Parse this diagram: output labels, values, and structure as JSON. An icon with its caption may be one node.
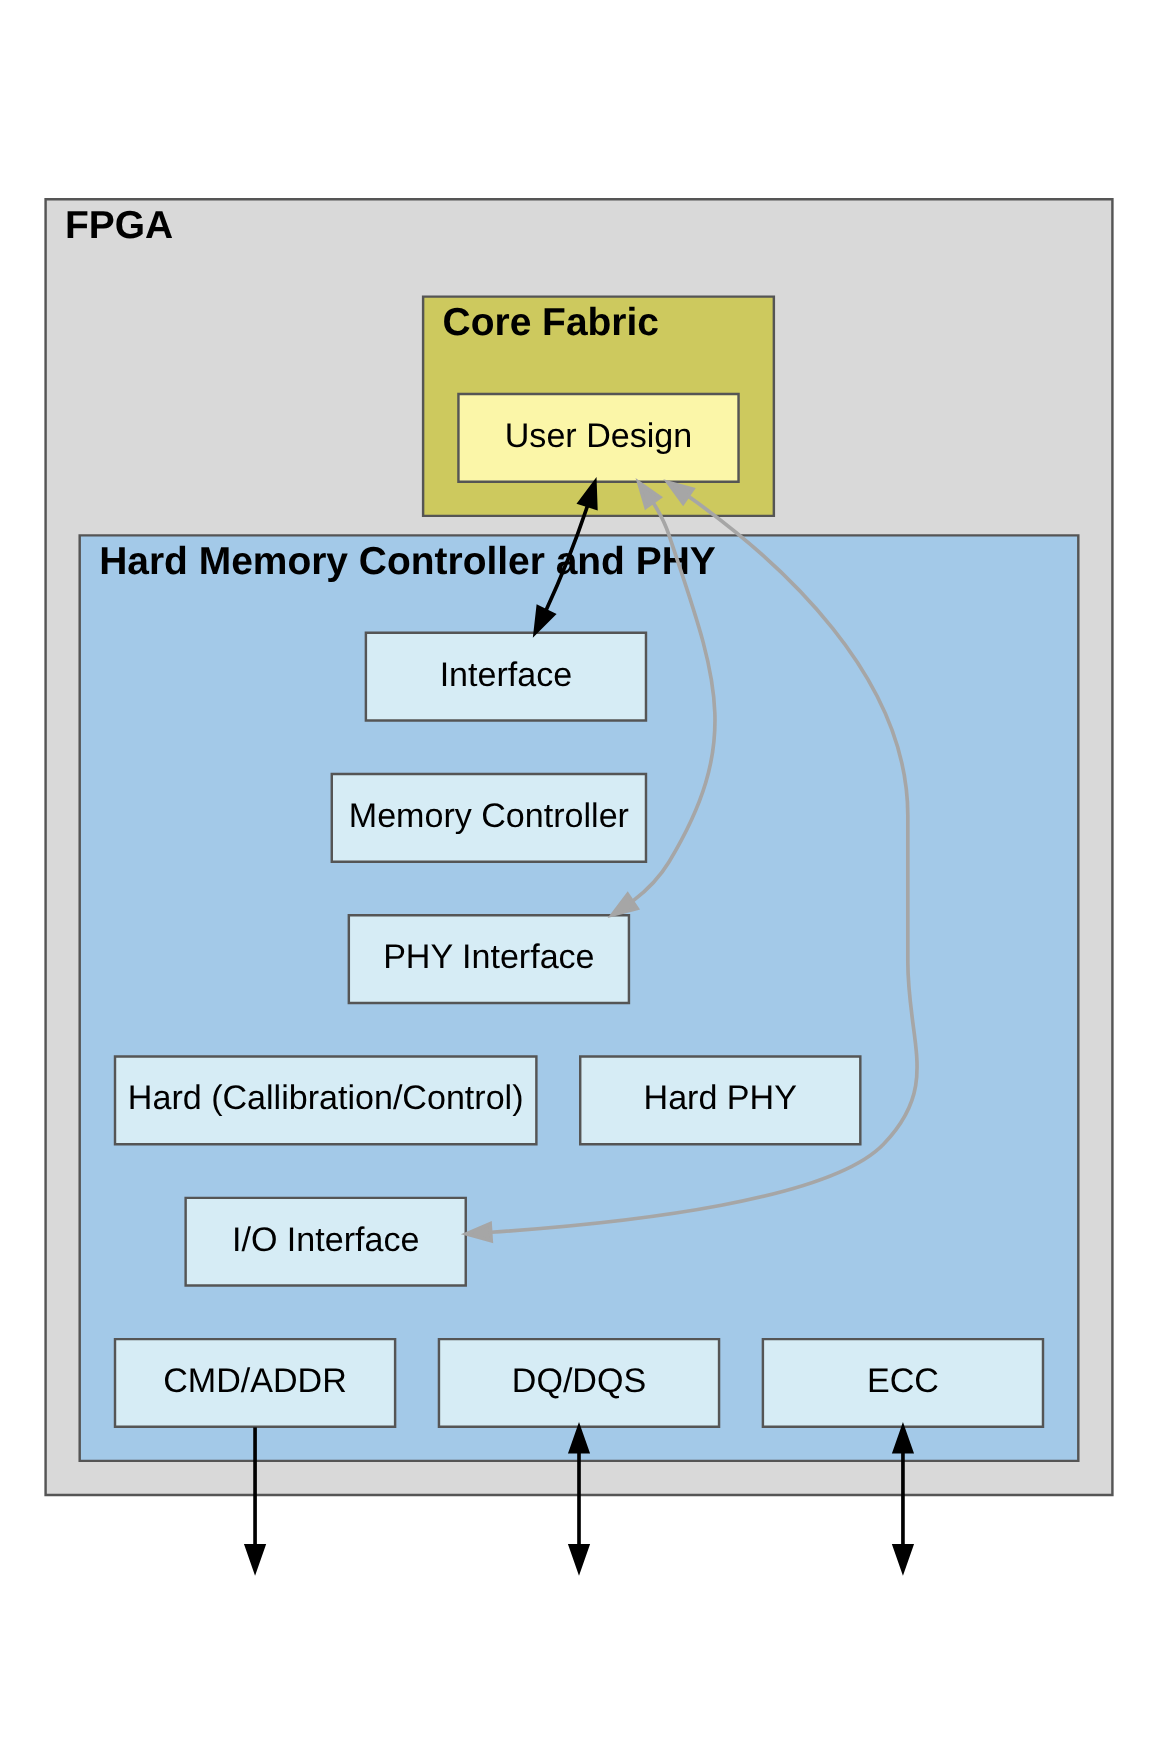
{
  "diagram": {
    "nodes": [
      {
        "text": [
          "FPGA"
        ]
      },
      {
        "text": [
          "Core Fabric"
        ],
        "in": 0
      },
      {
        "text": [
          "User Design"
        ],
        "in": 1
      },
      {
        "text": [
          "Hard Memory Controller and PHY"
        ],
        "in": 0
      },
      {
        "text": [
          "Interface"
        ],
        "in": 3
      },
      {
        "text": [
          "Memory Controller"
        ],
        "in": 3
      },
      {
        "text": [
          "PHY Interface"
        ],
        "in": 3
      },
      {
        "text": [
          "Hard (Callibration/Control)"
        ],
        "in": 3
      },
      {
        "text": [
          "Hard PHY"
        ],
        "in": 3
      },
      {
        "text": [
          "I/O Interface"
        ],
        "in": 3
      },
      {
        "text": [
          "CMD/ADDR"
        ],
        "in": 3
      },
      {
        "text": [
          "DQ/DQS"
        ],
        "in": 3
      },
      {
        "text": [
          "ECC"
        ],
        "in": 3
      }
    ],
    "edges": [
      {
        "from": 2,
        "to": 4,
        "arrow": "both"
      },
      {
        "from": 2,
        "to": 6,
        "arrow": "both",
        "color": "#a6a6a6"
      },
      {
        "from": 2,
        "to": 9,
        "arrow": "both",
        "color": "#a6a6a6"
      },
      {
        "from": 10,
        "to": null,
        "arrow": "to"
      },
      {
        "from": 11,
        "to": null,
        "arrow": "both"
      },
      {
        "from": 12,
        "to": null,
        "arrow": "both"
      }
    ]
  }
}
